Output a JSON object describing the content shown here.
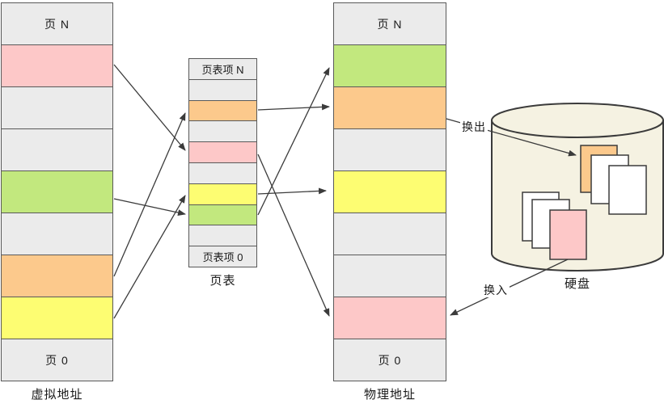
{
  "diagram": {
    "title_note": "virtual memory paging / swapping diagram",
    "columns": {
      "virtual": {
        "label": "虚拟地址",
        "cells": [
          {
            "color": "gray",
            "label": "页 N"
          },
          {
            "color": "pink"
          },
          {
            "color": "gray"
          },
          {
            "color": "gray"
          },
          {
            "color": "green"
          },
          {
            "color": "gray"
          },
          {
            "color": "orange"
          },
          {
            "color": "yellow"
          },
          {
            "color": "gray",
            "label": "页 0"
          }
        ]
      },
      "table": {
        "label": "页表",
        "cells": [
          {
            "color": "gray",
            "label": "页表项 N"
          },
          {
            "color": "gray"
          },
          {
            "color": "orange"
          },
          {
            "color": "gray"
          },
          {
            "color": "pink"
          },
          {
            "color": "gray"
          },
          {
            "color": "yellow"
          },
          {
            "color": "green"
          },
          {
            "color": "gray"
          },
          {
            "color": "gray",
            "label": "页表项 0"
          }
        ]
      },
      "physical": {
        "label": "物理地址",
        "cells": [
          {
            "color": "gray",
            "label": "页 N"
          },
          {
            "color": "green"
          },
          {
            "color": "orange"
          },
          {
            "color": "gray"
          },
          {
            "color": "yellow"
          },
          {
            "color": "gray"
          },
          {
            "color": "gray"
          },
          {
            "color": "pink"
          },
          {
            "color": "gray",
            "label": "页 0"
          }
        ]
      }
    },
    "disk": {
      "label": "硬盘",
      "pages": [
        "orange",
        "white",
        "white",
        "white",
        "white",
        "pink"
      ]
    },
    "mappings": {
      "virtual_to_table": [
        {
          "from": "pink",
          "to": "pink"
        },
        {
          "from": "green",
          "to": "green"
        },
        {
          "from": "orange",
          "to": "orange"
        },
        {
          "from": "yellow",
          "to": "yellow"
        }
      ],
      "table_to_physical": [
        {
          "from": "orange",
          "to": "orange"
        },
        {
          "from": "pink",
          "to": "pink"
        },
        {
          "from": "yellow",
          "to": "yellow"
        },
        {
          "from": "green",
          "to": "green"
        }
      ],
      "swap_out": {
        "label": "换出",
        "from": "physical-orange-frame",
        "to": "disk-orange-page"
      },
      "swap_in": {
        "label": "换入",
        "from": "disk-pink-page",
        "to": "physical-pink-frame"
      }
    },
    "colors": {
      "pink": "#fdc8c8",
      "green": "#c2e87e",
      "orange": "#fcc98c",
      "yellow": "#fdfd72",
      "gray": "#ebebeb",
      "white": "#ffffff",
      "disk_fill": "#f5f2e2",
      "line": "#3b3b3b"
    }
  }
}
